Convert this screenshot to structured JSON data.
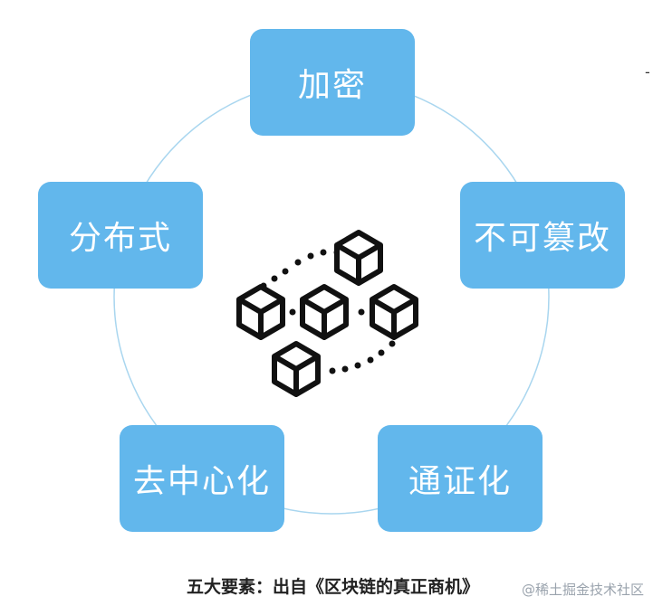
{
  "nodes": {
    "top": "加密",
    "right": "不可篡改",
    "bottom_right": "通证化",
    "bottom_left": "去中心化",
    "left": "分布式"
  },
  "center": {
    "icon": "blockchain-cubes-icon"
  },
  "caption": "五大要素：出自《区块链的真正商机》",
  "watermark": "@稀土掘金技术社区",
  "edge_mark": "-",
  "colors": {
    "node_fill": "#62b7ec",
    "node_text": "#ffffff",
    "ring": "#a9d6ef",
    "icon": "#111111"
  }
}
